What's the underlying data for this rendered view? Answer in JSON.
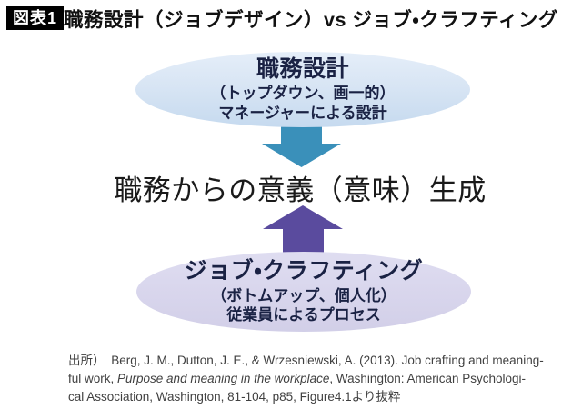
{
  "header": {
    "badge_label": "図表1",
    "title": "職務設計（ジョブデザイン）vs ジョブ・クラフティング"
  },
  "diagram": {
    "top_ellipse": {
      "heading": "職務設計",
      "subline1": "（トップダウン、画一的）",
      "subline2": "マネージャーによる設計"
    },
    "center_text": "職務からの意義（意味）生成",
    "bottom_ellipse": {
      "heading": "ジョブ・クラフティング",
      "subline1": "（ボトムアップ、個人化）",
      "subline2": "従業員によるプロセス"
    }
  },
  "citation": {
    "line1": "出所）　Berg, J. M., Dutton, J. E., & Wrzesniewski, A. (2013). Job crafting and meaning-",
    "line2_pre": "ful work, ",
    "line2_italic": "Purpose and meaning in the workplace",
    "line2_post": ", Washington: American Psychologi-",
    "line3": "cal Association, Washington, 81-104, p85, Figure4.1より抜粋"
  },
  "colors": {
    "badge_bg": "#000000",
    "badge_text": "#ffffff",
    "title_text": "#111111",
    "down_arrow": "#3a90ba",
    "up_arrow": "#5a4b9e",
    "ellipse_blue_light": "#e5eef9",
    "ellipse_blue_mid": "#d8e5f4",
    "ellipse_blue_dark": "#c6daef",
    "ellipse_purple_light": "#dfddf1",
    "ellipse_purple_dark": "#d2cfe8",
    "ellipse_text": "#1a2244",
    "center_text": "#1a1a1a",
    "citation_text": "#404040"
  }
}
